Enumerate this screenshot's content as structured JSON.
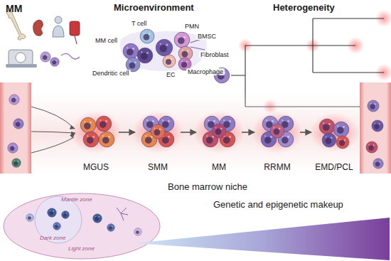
{
  "diagram": {
    "nodes": [
      {
        "text": [
          "MGUS"
        ]
      },
      {
        "text": [
          "SMM"
        ]
      },
      {
        "text": [
          "MM"
        ]
      },
      {
        "text": [
          "RRMM"
        ]
      },
      {
        "text": [
          "EMD/PCL"
        ]
      }
    ],
    "edges": [
      {
        "from": 0,
        "to": 1,
        "arrow": "to"
      },
      {
        "from": 1,
        "to": 2,
        "arrow": "to"
      },
      {
        "from": 2,
        "to": 3,
        "arrow": "to"
      },
      {
        "from": 3,
        "to": 4,
        "arrow": "to"
      }
    ],
    "labels": [
      "MM",
      "Microenvironment",
      "Heterogeneity",
      "T cell",
      "PMN",
      "BMSC",
      "MM cell",
      "Fibroblast",
      "Dendritic cell",
      "EC",
      "Macrophage",
      "Bone marrow niche",
      "Mantle zone",
      "Dark zone",
      "Light zone",
      "Genetic and epigenetic makeup"
    ]
  }
}
